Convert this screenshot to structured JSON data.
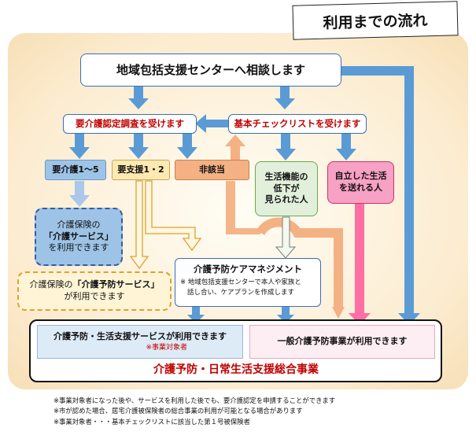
{
  "title": "利用までの流れ",
  "consult": "地域包括支援センターへ相談します",
  "certification": "要介護認定調査を受けます",
  "checklist": "基本チェックリストを受けます",
  "care_level": "要介護1～5",
  "support_level": "要支援1・2",
  "not_applicable": "非該当",
  "function_decline": {
    "l1": "生活機能の",
    "l2": "低下が",
    "l3": "見られた人"
  },
  "independent": {
    "l1": "自立した生活",
    "l2": "を送れる人"
  },
  "care_service": {
    "l1": "介護保険の",
    "l2": "「介護サービス」",
    "l3": "を利用できます"
  },
  "prevention_service": {
    "l1a": "介護保険の",
    "l1b": "「介護予防サービス」",
    "l2": "が利用できます"
  },
  "care_management": {
    "title": "介護予防ケアマネジメント",
    "note1": "※ 地域包括支援センターで本人や家族と",
    "note2": "話し合い、ケアプランを作成します"
  },
  "service_a": {
    "label": "介護予防・生活支援サービスが利用できます",
    "sub": "※事業対象者"
  },
  "service_b": "一般介護予防事業が利用できます",
  "total_program": "介護予防・日常生活支援総合事業",
  "notes": [
    "※事業対象者になった後や、サービスを利用した後でも、要介護認定を申請することができます",
    "※市が認めた場合、居宅介護被保険者の総合事業の利用が可能となる場合があります",
    "※事業対象者・・・基本チェックリストに該当した第１号被保険者"
  ],
  "colors": {
    "blue": "#5b9bd5",
    "light_blue": "#9dc3e6",
    "orange": "#f4b183",
    "yellow": "#ffd966",
    "pink": "#ff6fa3",
    "red": "#c00000"
  }
}
